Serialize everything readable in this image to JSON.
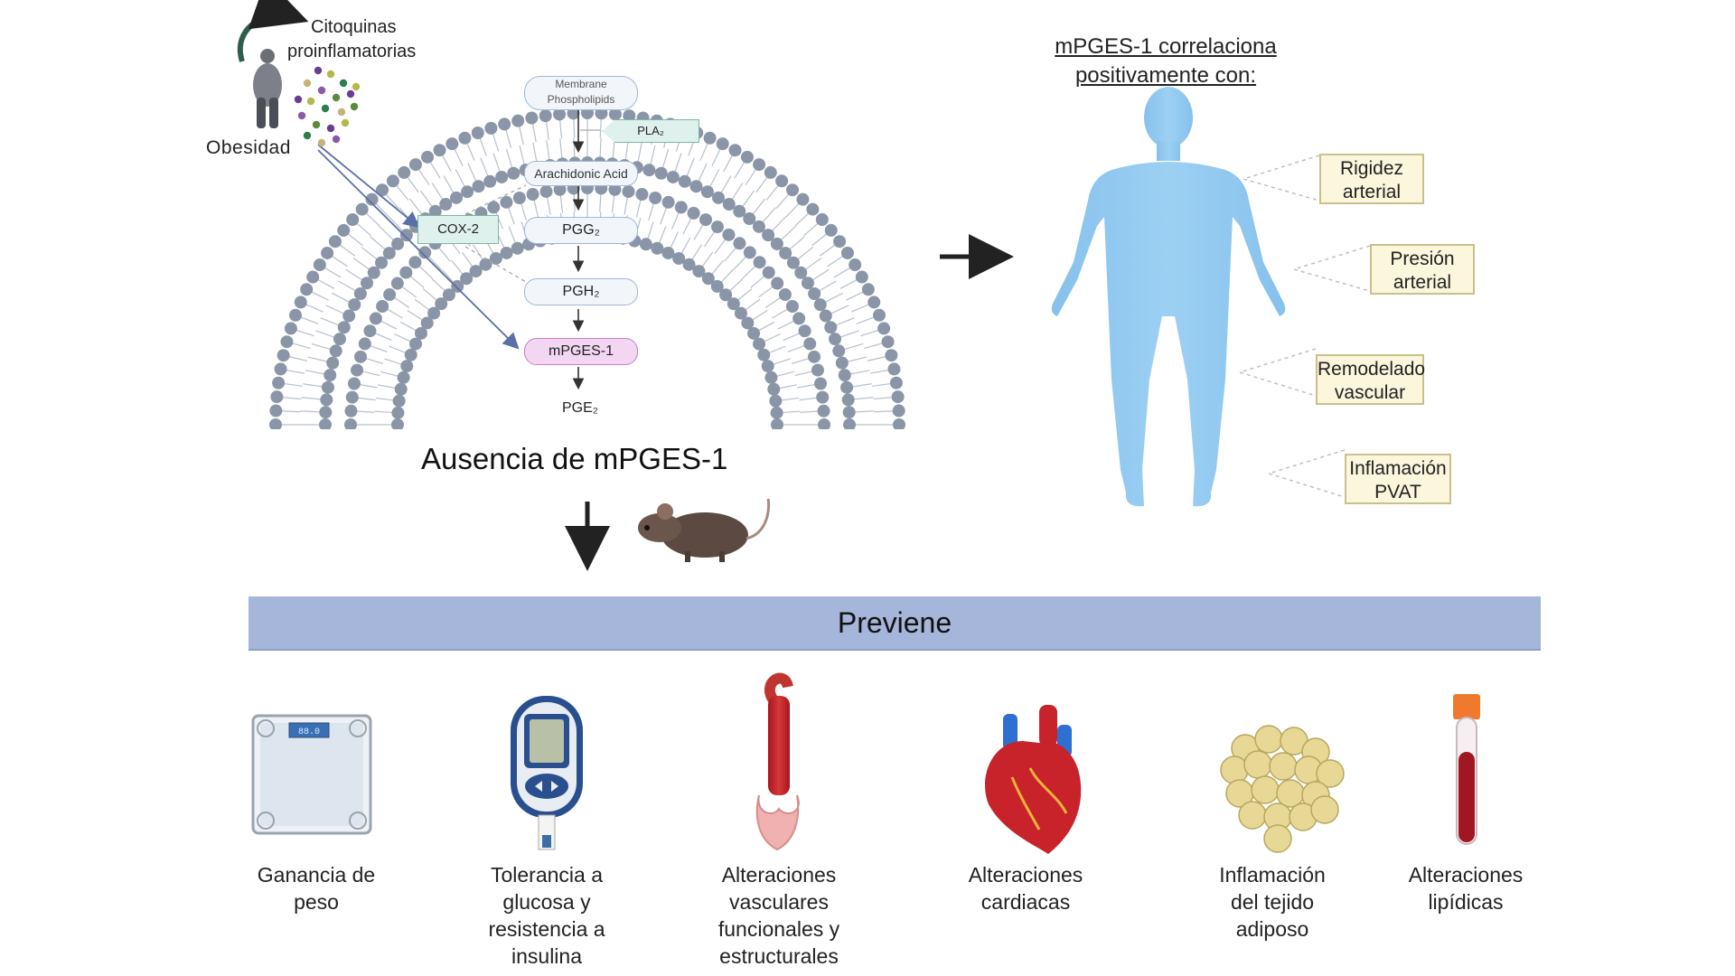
{
  "top_left": {
    "cytokines_line1": "Citoquinas",
    "cytokines_line2": "proinflamatorias",
    "obesity": "Obesidad"
  },
  "pathway": {
    "membrane_line1": "Membrane",
    "membrane_line2": "Phospholipids",
    "pla2": "PLA₂",
    "arachidonic": "Arachidonic Acid",
    "cox2": "COX-2",
    "pgg2": "PGG₂",
    "pgh2": "PGH₂",
    "mpges1": "mPGES-1",
    "pge2": "PGE₂"
  },
  "absence_title": "Ausencia de mPGES-1",
  "correlation": {
    "title_line1": "mPGES-1 correlaciona",
    "title_line2": "positivamente con:",
    "items": [
      {
        "line1": "Rigidez",
        "line2": "arterial"
      },
      {
        "line1": "Presión",
        "line2": "arterial"
      },
      {
        "line1": "Remodelado",
        "line2": "vascular"
      },
      {
        "line1": "Inflamación",
        "line2": "PVAT"
      }
    ]
  },
  "banner": "Previene",
  "outcomes": [
    {
      "lines": [
        "Ganancia de",
        "peso"
      ]
    },
    {
      "lines": [
        "Tolerancia a",
        "glucosa y",
        "resistencia a",
        "insulina"
      ]
    },
    {
      "lines": [
        "Alteraciones",
        "vasculares",
        "funcionales y",
        "estructurales"
      ]
    },
    {
      "lines": [
        "Alteraciones",
        "cardiacas"
      ]
    },
    {
      "lines": [
        "Inflamación",
        "del tejido",
        "adiposo"
      ]
    },
    {
      "lines": [
        "Alteraciones",
        "lipídicas"
      ]
    }
  ],
  "scale_display": "88.0",
  "colors": {
    "lipid_head": "#8a96a8",
    "body_blue": "#93c9ee",
    "banner": "#a5b6da",
    "box_yellow": "#fbf6dc",
    "cox_green": "#dff1ec",
    "mpges_pink": "#f3d6f2"
  }
}
